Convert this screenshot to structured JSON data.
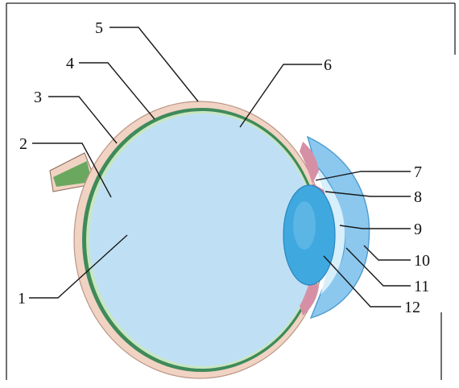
{
  "diagram": {
    "labels": {
      "l1": "1",
      "l2": "2",
      "l3": "3",
      "l4": "4",
      "l5": "5",
      "l6": "6",
      "l7": "7",
      "l8": "8",
      "l9": "9",
      "l10": "10",
      "l11": "11",
      "l12": "12"
    },
    "colors": {
      "sclera": "#f1d3c3",
      "choroid": "#3f8a5a",
      "vitreous": "#bfe0f4",
      "lens": "#3fa8df",
      "cornea": "#8cc8ee",
      "iris": "#d690a6",
      "optic_nerve": "#6aa860"
    }
  }
}
